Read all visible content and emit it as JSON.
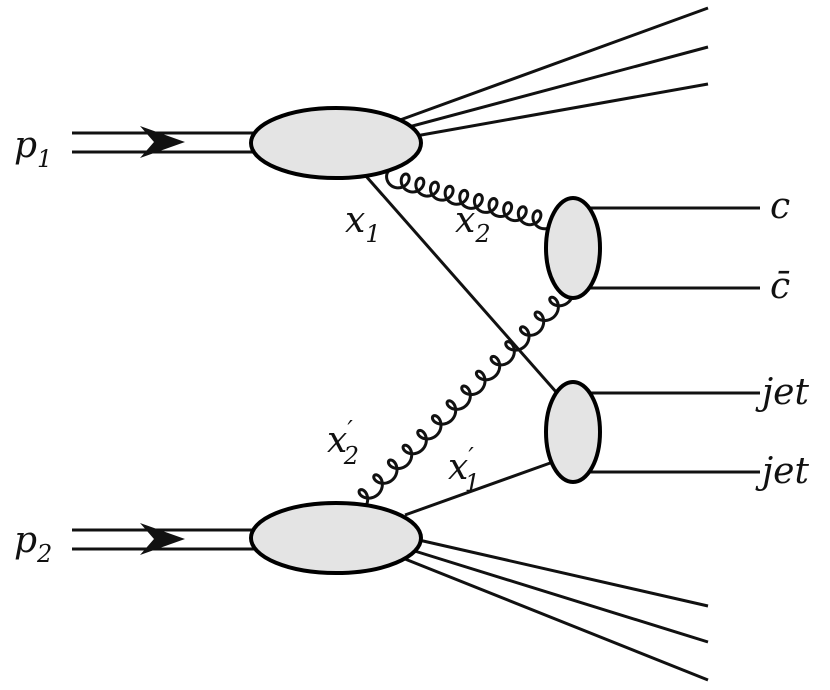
{
  "labels": {
    "p1": {
      "base": "p",
      "sub": "1"
    },
    "p2": {
      "base": "p",
      "sub": "2"
    },
    "x1": {
      "base": "x",
      "sub": "1"
    },
    "x2": {
      "base": "x",
      "sub": "2"
    },
    "x2prime": {
      "base": "x",
      "prime": "′",
      "sub": "2"
    },
    "x1prime": {
      "base": "x",
      "prime": "′",
      "sub": "1"
    },
    "c": "c",
    "cbar": "c̄",
    "jet_top": "jet",
    "jet_bottom": "jet"
  },
  "colors": {
    "blob_fill": "#e4e4e4",
    "line": "#111111"
  }
}
